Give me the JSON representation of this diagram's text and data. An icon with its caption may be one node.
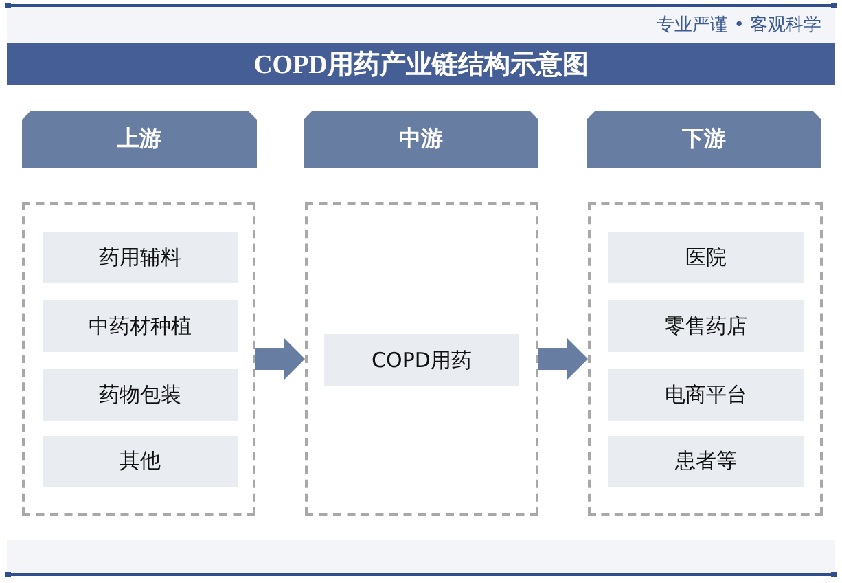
{
  "diagram": {
    "title": "COPD用药产业链结构示意图",
    "nodes": [
      {
        "text": [
          "上游"
        ]
      },
      {
        "text": [
          "中游"
        ]
      },
      {
        "text": [
          "下游"
        ]
      },
      {
        "text": [],
        "shape": "box"
      },
      {
        "text": [
          "药用辅料"
        ],
        "in": 3
      },
      {
        "text": [
          "中药材种植"
        ],
        "in": 3
      },
      {
        "text": [
          "药物包装"
        ],
        "in": 3
      },
      {
        "text": [
          "其他"
        ],
        "in": 3
      },
      {
        "text": [],
        "shape": "box"
      },
      {
        "text": [
          "COPD用药"
        ],
        "in": 8
      },
      {
        "text": [],
        "shape": "box"
      },
      {
        "text": [
          "医院"
        ],
        "in": 10
      },
      {
        "text": [
          "零售药店"
        ],
        "in": 10
      },
      {
        "text": [
          "电商平台"
        ],
        "in": 10
      },
      {
        "text": [
          "患者等"
        ],
        "in": 10
      }
    ],
    "edges": [
      {
        "from": 3,
        "to": 8,
        "arrow": "to"
      },
      {
        "from": 8,
        "to": 10,
        "arrow": "to"
      }
    ],
    "labels": [
      "专业严谨 • 客观科学"
    ]
  }
}
